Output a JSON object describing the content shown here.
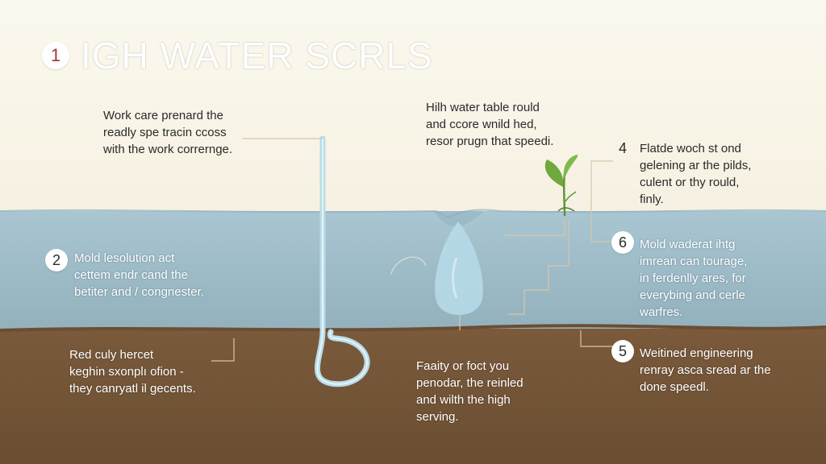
{
  "title": {
    "badge": "1",
    "text": "IGH WATER SCRLS"
  },
  "captions": {
    "top_left": [
      "Work care prenard the",
      "readly spe tracin ccoss",
      "with the work corrernge."
    ],
    "top_center": [
      "Hilh water table rould",
      "and ccore wnild hed,",
      "resor prugn that speedi."
    ],
    "top_right": {
      "badge": "4",
      "lines": [
        "Flatde woch st ond",
        "gelening ar the pilds,",
        "culent or thy rould,",
        "finly."
      ]
    },
    "water_left": {
      "badge": "2",
      "lines": [
        "Mold lesolution act",
        "cettem endr cand the",
        "betiter and / congnester."
      ]
    },
    "water_right": {
      "badge": "6",
      "lines": [
        "Mold waderat ihtg",
        "imrean can tourage,",
        "in ferdenlly ares, for",
        "everybing and cerle",
        "warfres."
      ]
    },
    "soil_left": [
      "Red culy hercet",
      "keghin sxonplı ofion -",
      "they canryatl il gecents."
    ],
    "soil_center": [
      "Faaity or foct you",
      "penodar, the reinled",
      "and wilth the high",
      "serving."
    ],
    "soil_right": {
      "badge": "5",
      "lines": [
        "Weitined engineering",
        "renray asca sread ar the",
        "done speedl."
      ]
    }
  },
  "colors": {
    "sky": "#fbf8ef",
    "water": "#a3c0cc",
    "soil": "#6f5034",
    "pipe": "#b9dce8",
    "leader": "#d8c6a8",
    "leaf": "#6fa83f"
  }
}
